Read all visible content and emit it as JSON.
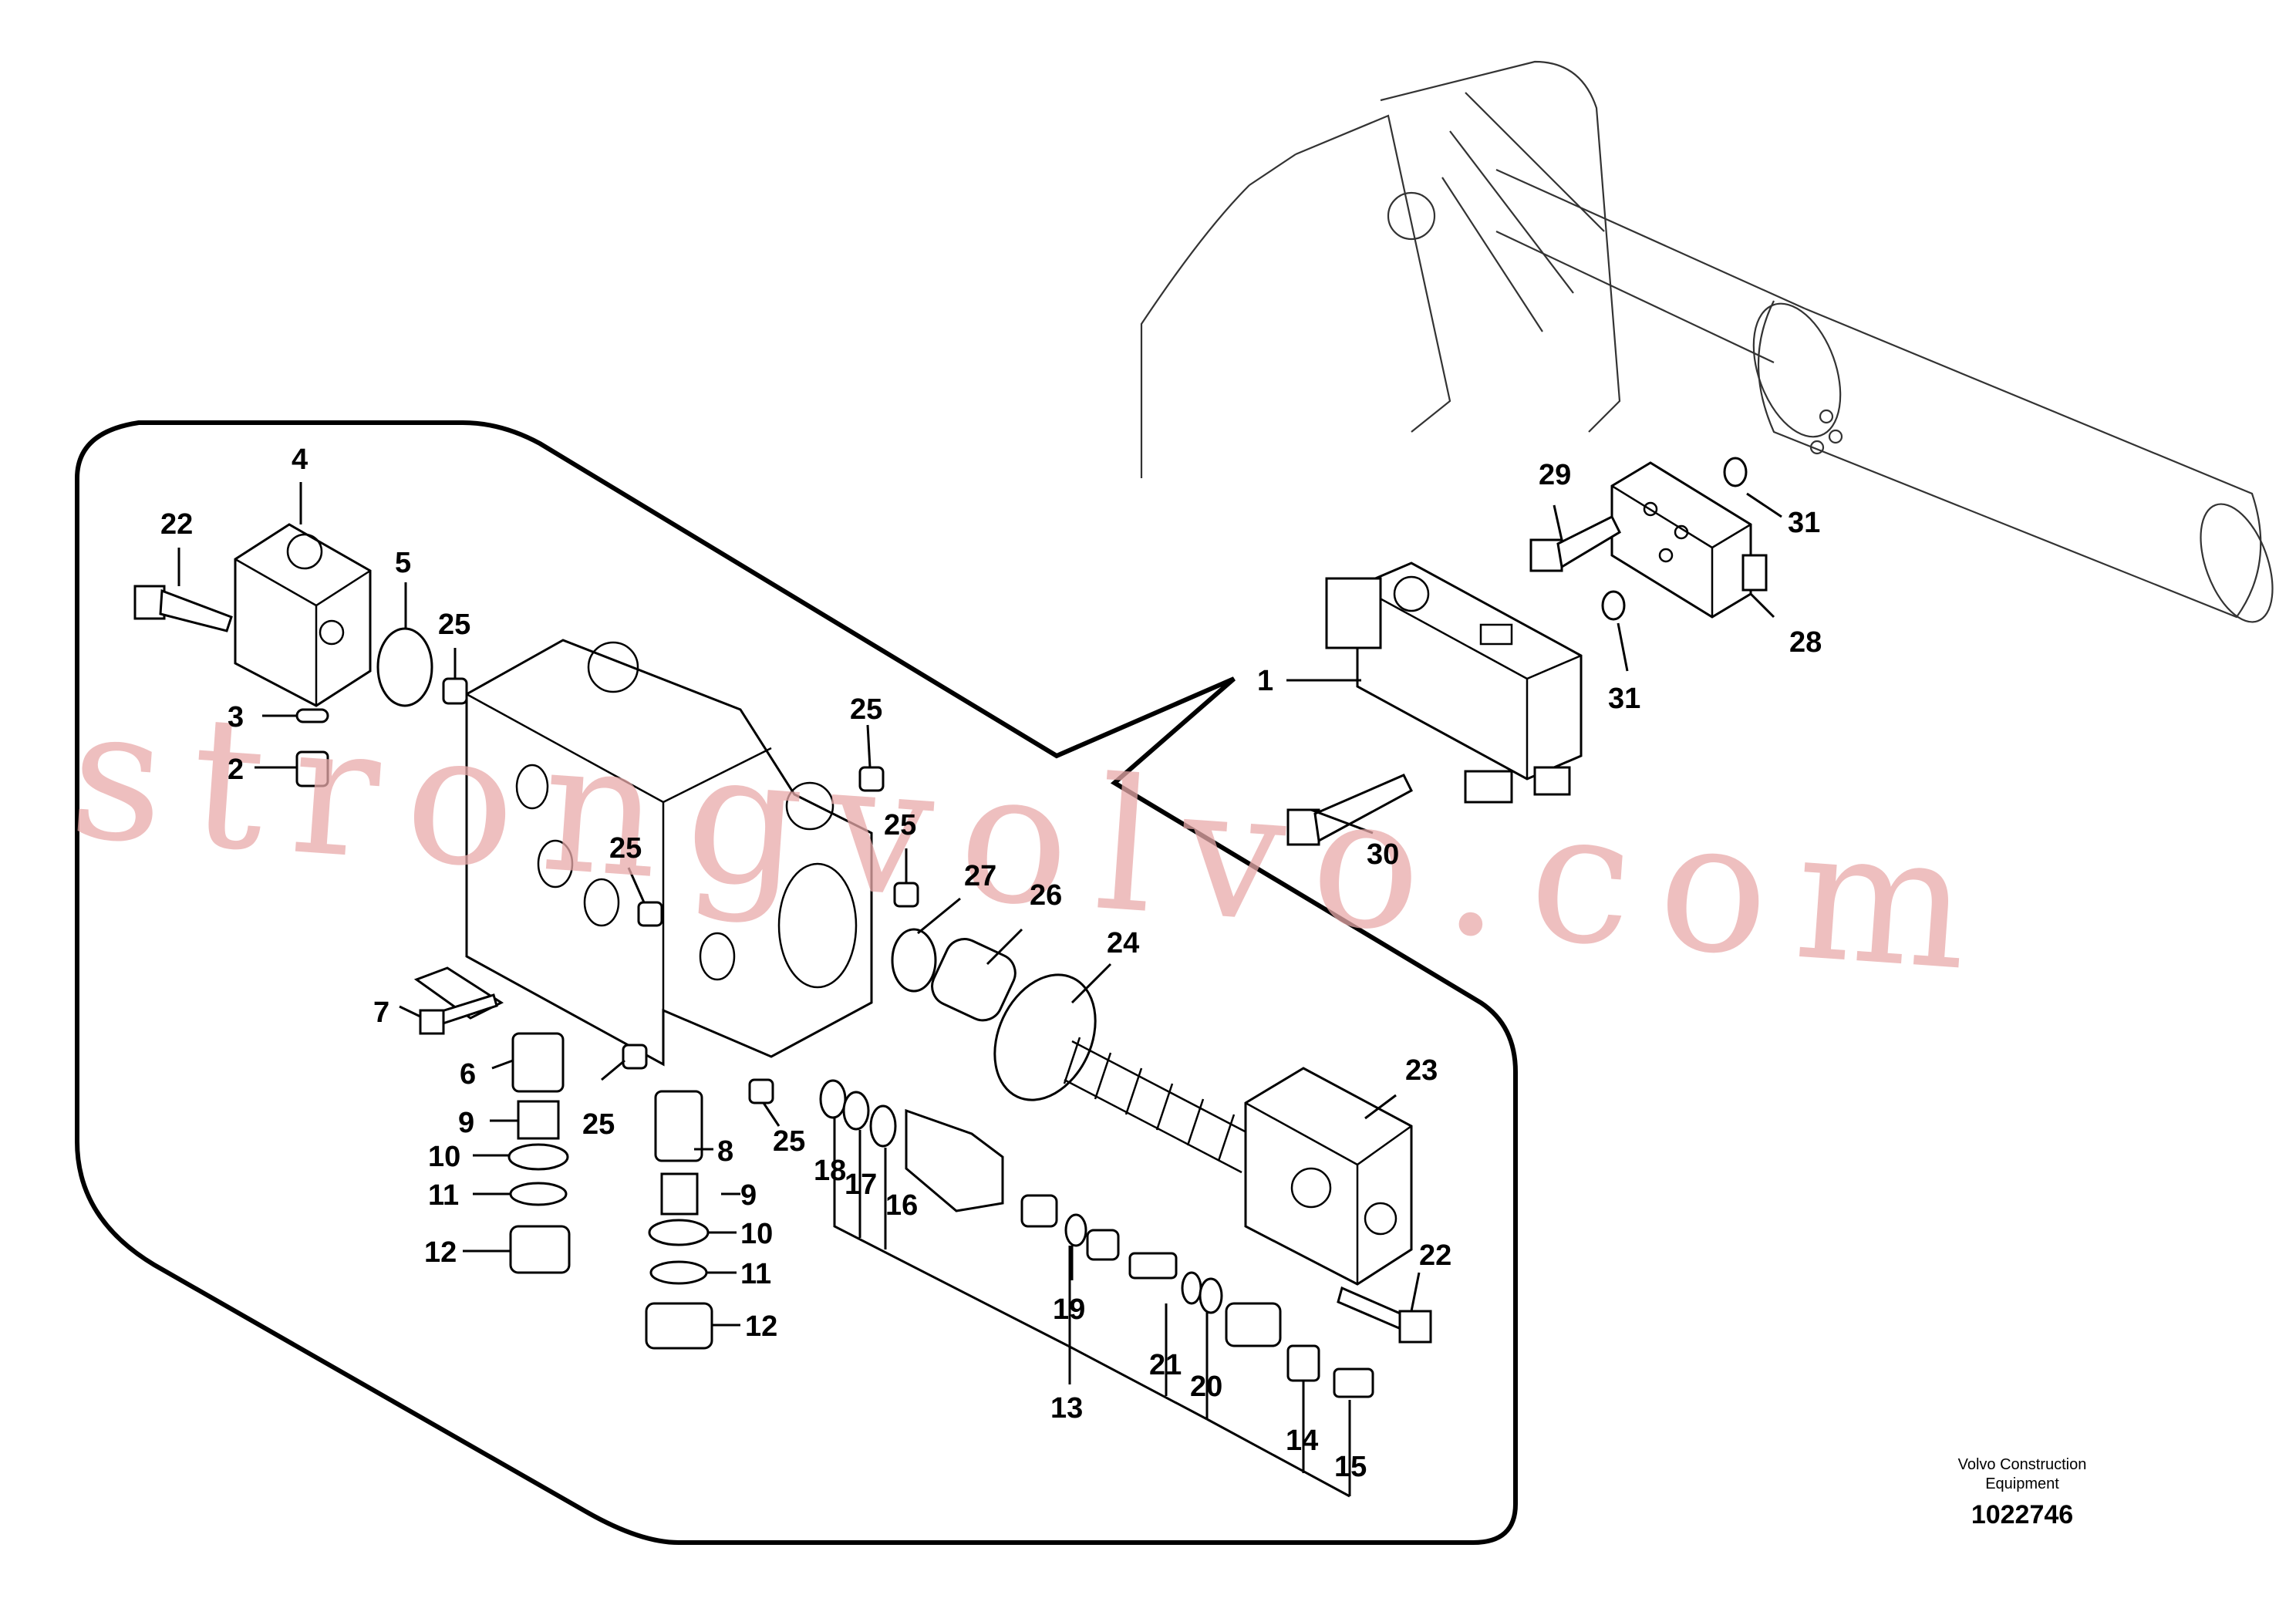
{
  "footer": {
    "publisher_line1": "Volvo Construction",
    "publisher_line2": "Equipment",
    "illustration_number": "1022746"
  },
  "watermark": {
    "text": "strongvolvo.com",
    "color": "#e8a9a9"
  },
  "callouts": [
    {
      "id": "c1",
      "text": "1"
    },
    {
      "id": "c2",
      "text": "2"
    },
    {
      "id": "c3",
      "text": "3"
    },
    {
      "id": "c4",
      "text": "4"
    },
    {
      "id": "c5",
      "text": "5"
    },
    {
      "id": "c6",
      "text": "6"
    },
    {
      "id": "c7",
      "text": "7"
    },
    {
      "id": "c8",
      "text": "8"
    },
    {
      "id": "c9a",
      "text": "9"
    },
    {
      "id": "c9b",
      "text": "9"
    },
    {
      "id": "c10a",
      "text": "10"
    },
    {
      "id": "c10b",
      "text": "10"
    },
    {
      "id": "c11a",
      "text": "11"
    },
    {
      "id": "c11b",
      "text": "11"
    },
    {
      "id": "c12a",
      "text": "12"
    },
    {
      "id": "c12b",
      "text": "12"
    },
    {
      "id": "c13",
      "text": "13"
    },
    {
      "id": "c14",
      "text": "14"
    },
    {
      "id": "c15",
      "text": "15"
    },
    {
      "id": "c16",
      "text": "16"
    },
    {
      "id": "c17",
      "text": "17"
    },
    {
      "id": "c18",
      "text": "18"
    },
    {
      "id": "c19",
      "text": "19"
    },
    {
      "id": "c20",
      "text": "20"
    },
    {
      "id": "c21",
      "text": "21"
    },
    {
      "id": "c22a",
      "text": "22"
    },
    {
      "id": "c22b",
      "text": "22"
    },
    {
      "id": "c23",
      "text": "23"
    },
    {
      "id": "c24",
      "text": "24"
    },
    {
      "id": "c25a",
      "text": "25"
    },
    {
      "id": "c25b",
      "text": "25"
    },
    {
      "id": "c25c",
      "text": "25"
    },
    {
      "id": "c25d",
      "text": "25"
    },
    {
      "id": "c25e",
      "text": "25"
    },
    {
      "id": "c25f",
      "text": "25"
    },
    {
      "id": "c26",
      "text": "26"
    },
    {
      "id": "c27",
      "text": "27"
    },
    {
      "id": "c28",
      "text": "28"
    },
    {
      "id": "c29",
      "text": "29"
    },
    {
      "id": "c30",
      "text": "30"
    },
    {
      "id": "c31a",
      "text": "31"
    },
    {
      "id": "c31b",
      "text": "31"
    }
  ]
}
